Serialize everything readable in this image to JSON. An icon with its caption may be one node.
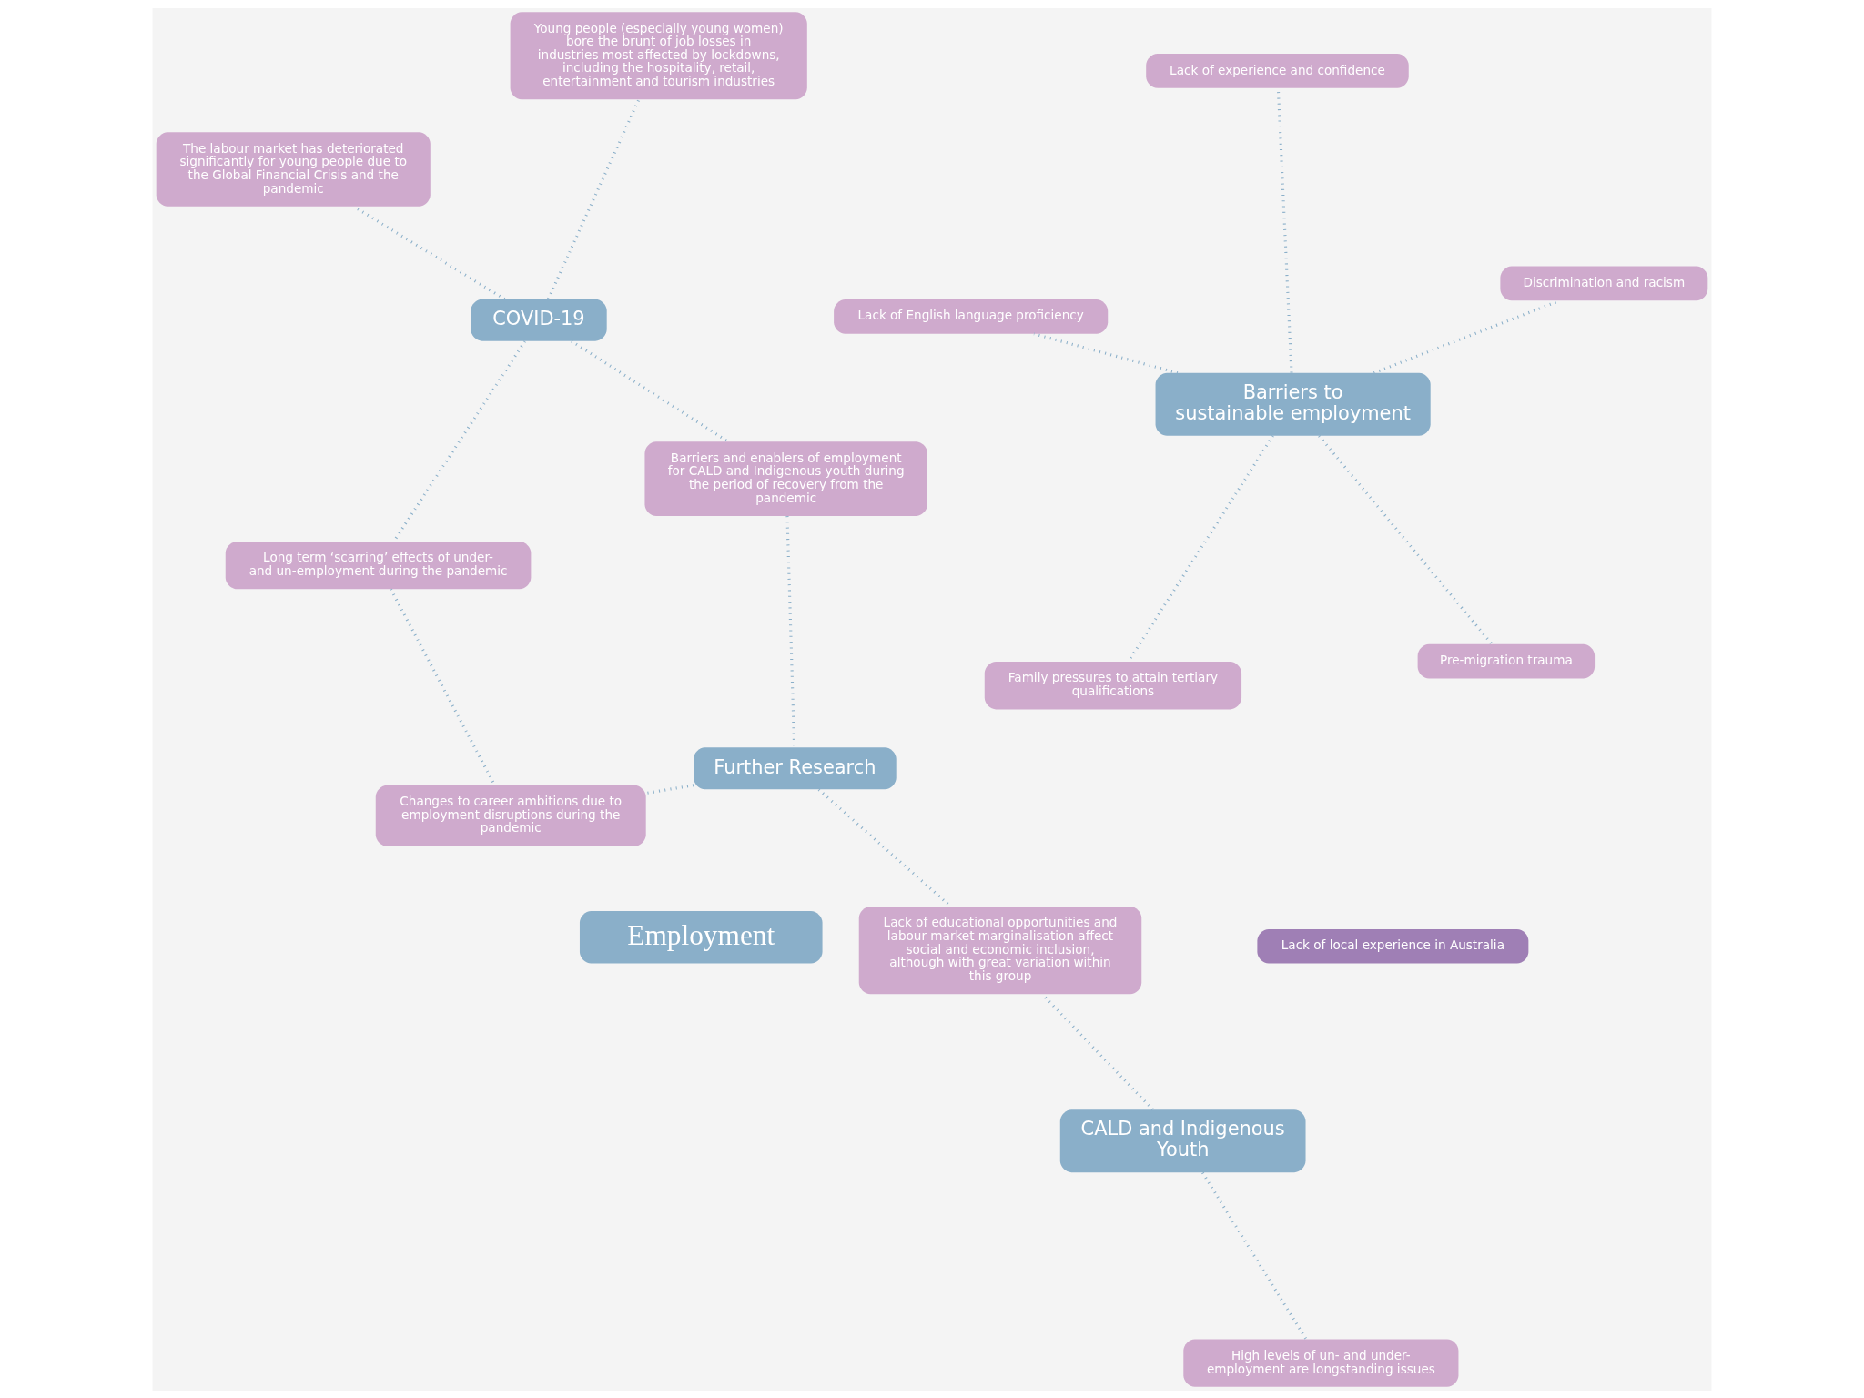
{
  "diagram": {
    "nodes": [
      {
        "text": [
          "Employment"
        ]
      },
      {
        "text": [
          "Barriers to sustainable employment"
        ]
      },
      {
        "text": [
          "Pre-migration trauma"
        ]
      },
      {
        "text": [
          "Family pressures to attain tertiary qualifications"
        ]
      },
      {
        "text": [
          "Lack of English language proficiency"
        ]
      },
      {
        "text": [
          "Discrimination and racism"
        ]
      },
      {
        "text": [
          "Lack of experience and confidence"
        ]
      },
      {
        "text": [
          "Lack of local experience in Australia"
        ]
      },
      {
        "text": [
          "COVID-19"
        ]
      },
      {
        "text": [
          "Young people (especially young women) bore the brunt of job losses in industries most affected by lockdowns, including the hospitality, retail, entertainment and tourism industries"
        ]
      },
      {
        "text": [
          "The labour market has deteriorated significantly for young people due to the Global Financial Crisis and the pandemic"
        ]
      },
      {
        "text": [
          "Long term ‘scarring’ effects of under- and un-employment during the pandemic"
        ]
      },
      {
        "text": [
          "Barriers and enablers of employment for CALD and Indigenous youth during the period of recovery from the pandemic"
        ]
      },
      {
        "text": [
          "Further Research"
        ]
      },
      {
        "text": [
          "Changes to career ambitions due to employment disruptions during the pandemic"
        ]
      },
      {
        "text": [
          "CALD and Indigenous Youth"
        ]
      },
      {
        "text": [
          "High levels of un- and under-employment are longstanding issues"
        ]
      },
      {
        "text": [
          "Lack of educational opportunities and labour market marginalisation affect social and economic inclusion, although with great variation within this group"
        ]
      }
    ],
    "edges": [
      {
        "from": 1,
        "to": 2,
        "arrow": "none"
      },
      {
        "from": 1,
        "to": 3,
        "arrow": "none"
      },
      {
        "from": 1,
        "to": 4,
        "arrow": "none"
      },
      {
        "from": 1,
        "to": 5,
        "arrow": "none"
      },
      {
        "from": 1,
        "to": 6,
        "arrow": "none"
      },
      {
        "from": 8,
        "to": 9,
        "arrow": "none"
      },
      {
        "from": 8,
        "to": 10,
        "arrow": "none"
      },
      {
        "from": 8,
        "to": 12,
        "arrow": "none"
      },
      {
        "from": 8,
        "to": 11,
        "arrow": "none"
      },
      {
        "from": 11,
        "to": 14,
        "arrow": "none"
      },
      {
        "from": 12,
        "to": 13,
        "arrow": "none"
      },
      {
        "from": 13,
        "to": 17,
        "arrow": "none"
      },
      {
        "from": 13,
        "to": 14,
        "arrow": "none"
      },
      {
        "from": 15,
        "to": 16,
        "arrow": "none"
      },
      {
        "from": 15,
        "to": 17,
        "arrow": "none"
      }
    ]
  }
}
